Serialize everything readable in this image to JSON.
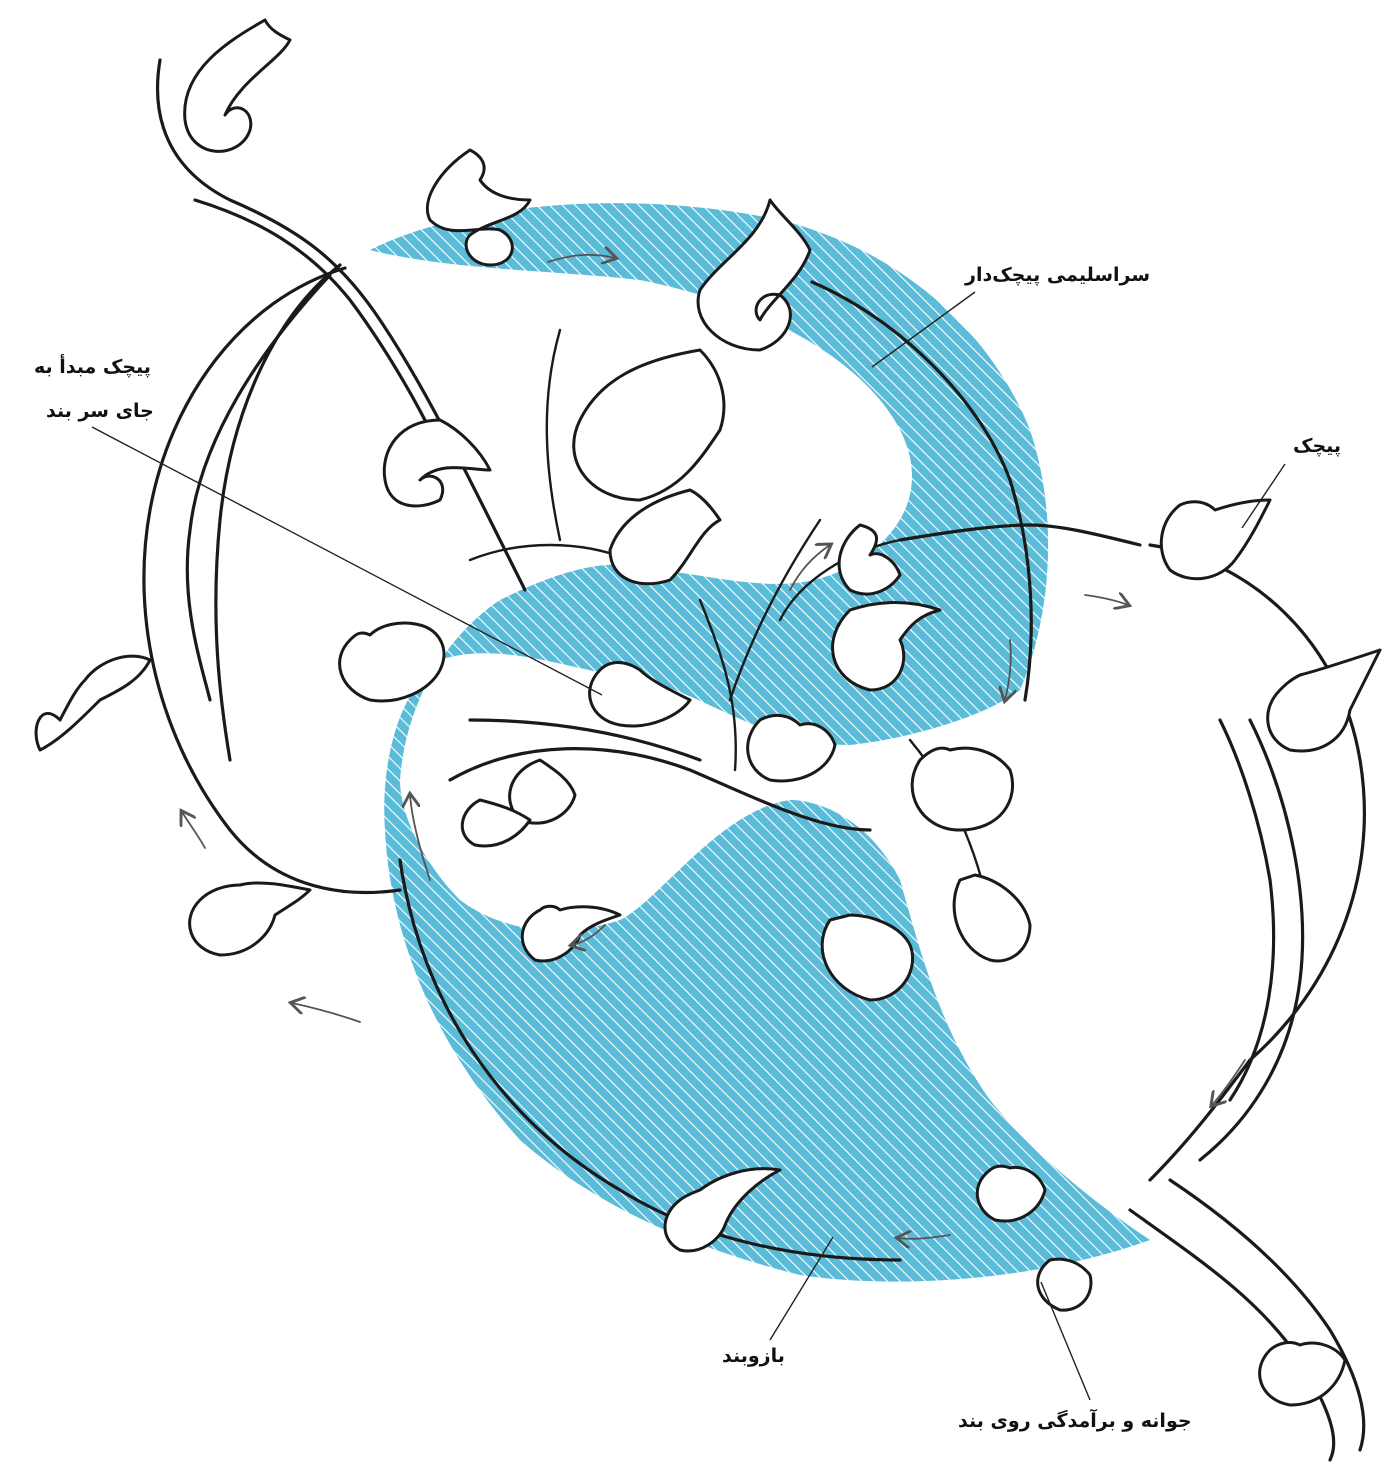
{
  "labels": {
    "saraslimi": "سراسلیمی پیچک‌دار",
    "pichak_mabda_line1": "پیچک مبدأ به",
    "pichak_mabda_line2": "جای سر بند",
    "pichak": "پیچک",
    "bazoband": "بازوبند",
    "javaneh": "جوانه و برآمدگی روی بند"
  },
  "colors": {
    "fill": "#5bbcd9",
    "stripe": "#ffffff",
    "ink": "#1a1a1a",
    "background": "#ffffff"
  }
}
